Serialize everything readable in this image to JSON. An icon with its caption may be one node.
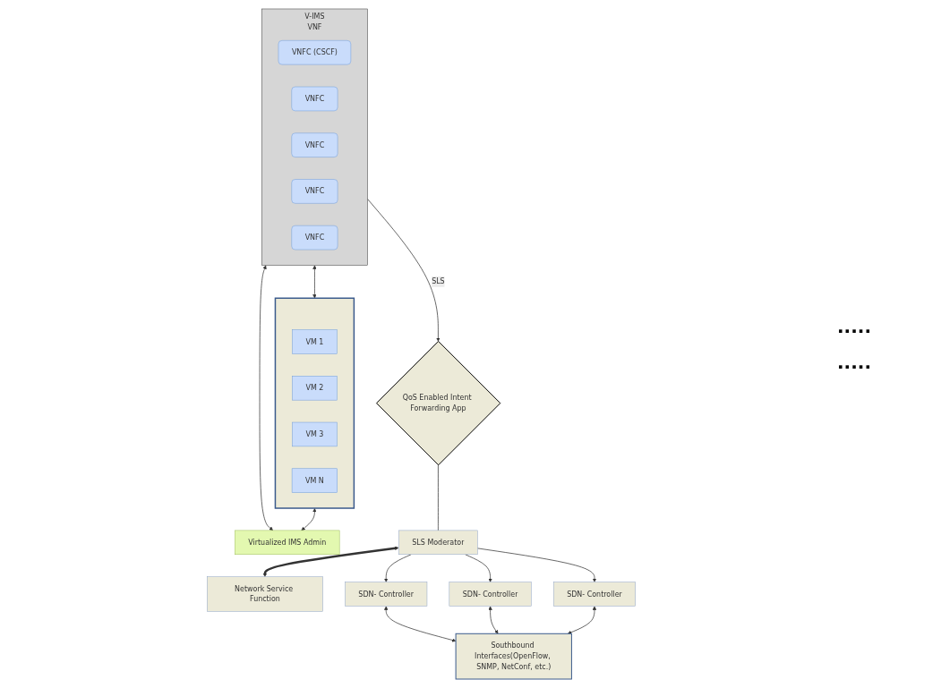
{
  "diagram": {
    "nodes": [
      {
        "text": [
          "V-IMS",
          "VNF"
        ]
      },
      {
        "text": [
          "VNFC (CSCF)"
        ],
        "in": 0
      },
      {
        "text": [
          "VNFC"
        ],
        "in": 0
      },
      {
        "text": [
          "VNFC"
        ],
        "in": 0
      },
      {
        "text": [
          "VNFC"
        ],
        "in": 0
      },
      {
        "text": [
          "VNFC"
        ],
        "in": 0
      },
      {
        "text": [
          "QoS Enabled Intent Forwarding App"
        ]
      },
      {
        "text": [
          "Virtualized IMS Admin"
        ]
      },
      {
        "text": [],
        "shape": "box"
      },
      {
        "text": [
          "VM 1"
        ],
        "in": 8
      },
      {
        "text": [
          "VM 2"
        ],
        "in": 8
      },
      {
        "text": [
          "VM 3"
        ],
        "in": 8
      },
      {
        "text": [
          "VM N"
        ],
        "in": 8
      },
      {
        "text": [
          "SLS Moderator"
        ]
      },
      {
        "text": [
          "Network Service Function"
        ]
      },
      {
        "text": [
          "SDN- Controller"
        ]
      },
      {
        "text": [
          "SDN- Controller"
        ]
      },
      {
        "text": [
          "SDN- Controller"
        ]
      },
      {
        "text": [
          "Southbound Interfaces(OpenFlow, SNMP, NetConf, etc.)"
        ]
      }
    ],
    "edges": [
      {
        "from": 0,
        "to": 6,
        "arrow": "to",
        "label": "SLS"
      },
      {
        "from": 0,
        "to": 7,
        "arrow": "both"
      },
      {
        "from": 0,
        "to": 8,
        "arrow": "both"
      },
      {
        "from": 8,
        "to": 7,
        "arrow": "both"
      },
      {
        "from": 6,
        "to": 13,
        "arrow": "none"
      },
      {
        "from": 13,
        "to": 14,
        "arrow": "both",
        "style": "thick"
      },
      {
        "from": 13,
        "to": 15,
        "arrow": "to"
      },
      {
        "from": 13,
        "to": 16,
        "arrow": "to"
      },
      {
        "from": 13,
        "to": 17,
        "arrow": "to"
      },
      {
        "from": 15,
        "to": 18,
        "arrow": "both"
      },
      {
        "from": 16,
        "to": 18,
        "arrow": "both"
      },
      {
        "from": 17,
        "to": 18,
        "arrow": "both"
      }
    ],
    "labels": [
      ".....",
      "....."
    ]
  }
}
